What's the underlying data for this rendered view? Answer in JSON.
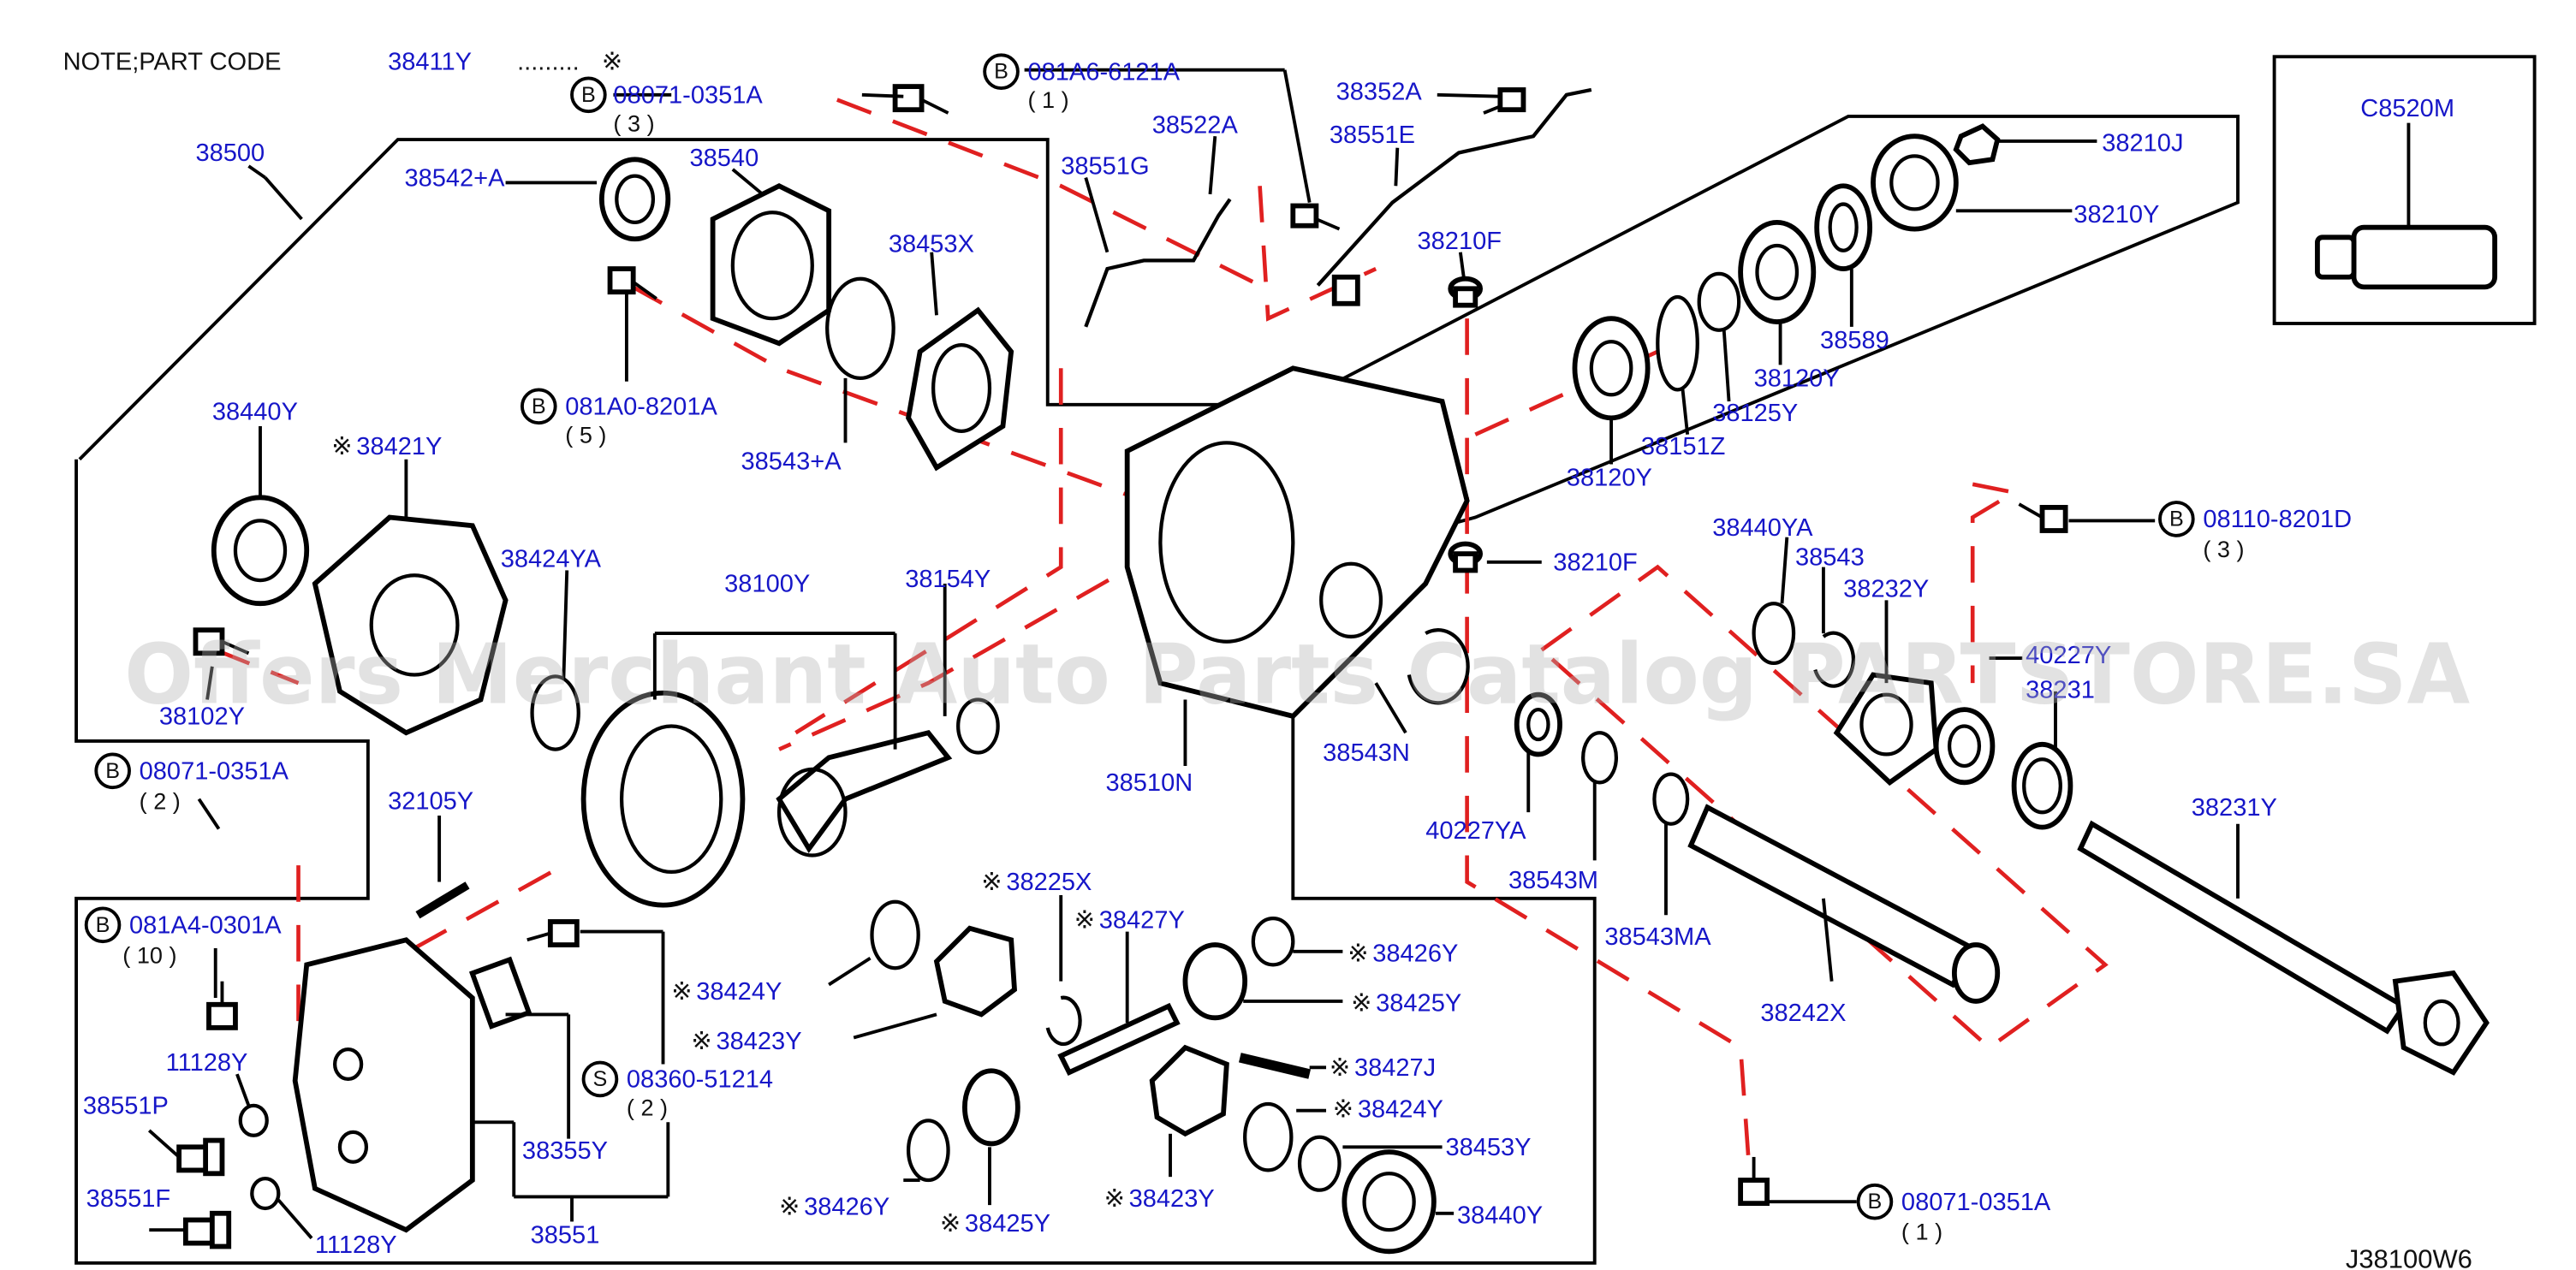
{
  "note": {
    "prefix": "NOTE;PART  CODE",
    "code": "38411Y",
    "dots": ".........",
    "mark": "※"
  },
  "labels": [
    {
      "id": "l-38500",
      "text": "38500"
    },
    {
      "id": "l-38542a",
      "text": "38542+A"
    },
    {
      "id": "l-38540",
      "text": "38540"
    },
    {
      "id": "l-38453x",
      "text": "38453X"
    },
    {
      "id": "l-38551g",
      "text": "38551G"
    },
    {
      "id": "l-38522a",
      "text": "38522A"
    },
    {
      "id": "l-38352a",
      "text": "38352A"
    },
    {
      "id": "l-38551e",
      "text": "38551E"
    },
    {
      "id": "l-38210f-a",
      "text": "38210F"
    },
    {
      "id": "l-38210j",
      "text": "38210J"
    },
    {
      "id": "l-38210y",
      "text": "38210Y"
    },
    {
      "id": "l-38589",
      "text": "38589"
    },
    {
      "id": "l-38120y-a",
      "text": "38120Y"
    },
    {
      "id": "l-38125y",
      "text": "38125Y"
    },
    {
      "id": "l-38151z",
      "text": "38151Z"
    },
    {
      "id": "l-38120y-b",
      "text": "38120Y"
    },
    {
      "id": "l-c8520m",
      "text": "C8520M"
    },
    {
      "id": "l-38440y-a",
      "text": "38440Y"
    },
    {
      "id": "l-38421y",
      "text": "38421Y"
    },
    {
      "id": "l-38543a",
      "text": "38543+A"
    },
    {
      "id": "l-38424ya",
      "text": "38424YA"
    },
    {
      "id": "l-38100y",
      "text": "38100Y"
    },
    {
      "id": "l-38154y",
      "text": "38154Y"
    },
    {
      "id": "l-38102y",
      "text": "38102Y"
    },
    {
      "id": "l-38210f-b",
      "text": "38210F"
    },
    {
      "id": "l-38440ya",
      "text": "38440YA"
    },
    {
      "id": "l-38543",
      "text": "38543"
    },
    {
      "id": "l-38232y",
      "text": "38232Y"
    },
    {
      "id": "l-40227y",
      "text": "40227Y"
    },
    {
      "id": "l-38231-a",
      "text": "38231"
    },
    {
      "id": "l-38510n",
      "text": "38510N"
    },
    {
      "id": "l-38543n",
      "text": "38543N"
    },
    {
      "id": "l-40227ya",
      "text": "40227YA"
    },
    {
      "id": "l-38543m",
      "text": "38543M"
    },
    {
      "id": "l-38543ma",
      "text": "38543MA"
    },
    {
      "id": "l-38231y",
      "text": "38231Y"
    },
    {
      "id": "l-32105y",
      "text": "32105Y"
    },
    {
      "id": "l-38225x",
      "text": "38225X"
    },
    {
      "id": "l-38427y",
      "text": "38427Y"
    },
    {
      "id": "l-38426y-a",
      "text": "38426Y"
    },
    {
      "id": "l-38425y-a",
      "text": "38425Y"
    },
    {
      "id": "l-38424y-a",
      "text": "38424Y"
    },
    {
      "id": "l-38423y-a",
      "text": "38423Y"
    },
    {
      "id": "l-38427j",
      "text": "38427J"
    },
    {
      "id": "l-38424y-b",
      "text": "38424Y"
    },
    {
      "id": "l-38453y",
      "text": "38453Y"
    },
    {
      "id": "l-38440y-b",
      "text": "38440Y"
    },
    {
      "id": "l-38426y-b",
      "text": "38426Y"
    },
    {
      "id": "l-38425y-b",
      "text": "38425Y"
    },
    {
      "id": "l-38423y-b",
      "text": "38423Y"
    },
    {
      "id": "l-38242x",
      "text": "38242X"
    },
    {
      "id": "l-11128y-a",
      "text": "11128Y"
    },
    {
      "id": "l-38551p",
      "text": "38551P"
    },
    {
      "id": "l-38355y",
      "text": "38355Y"
    },
    {
      "id": "l-38551f",
      "text": "38551F"
    },
    {
      "id": "l-11128y-b",
      "text": "11128Y"
    },
    {
      "id": "l-38551",
      "text": "38551"
    }
  ],
  "circled_parts": [
    {
      "id": "c1",
      "letter": "B",
      "code": "08071-0351A",
      "qty": "( 3 )"
    },
    {
      "id": "c2",
      "letter": "B",
      "code": "081A6-6121A",
      "qty": "( 1 )"
    },
    {
      "id": "c3",
      "letter": "B",
      "code": "081A0-8201A",
      "qty": "( 5 )"
    },
    {
      "id": "c4",
      "letter": "B",
      "code": "08110-8201D",
      "qty": "( 3 )"
    },
    {
      "id": "c5",
      "letter": "B",
      "code": "08071-0351A",
      "qty": "( 2 )"
    },
    {
      "id": "c6",
      "letter": "B",
      "code": "081A4-0301A",
      "qty": "( 10 )"
    },
    {
      "id": "c7",
      "letter": "S",
      "code": "08360-51214",
      "qty": "( 2 )"
    },
    {
      "id": "c8",
      "letter": "B",
      "code": "08071-0351A",
      "qty": "( 1 )"
    }
  ],
  "diagram_code": "J38100W6",
  "watermark": "Offers Merchant Auto Parts Catalog PARTSTORE.SA"
}
